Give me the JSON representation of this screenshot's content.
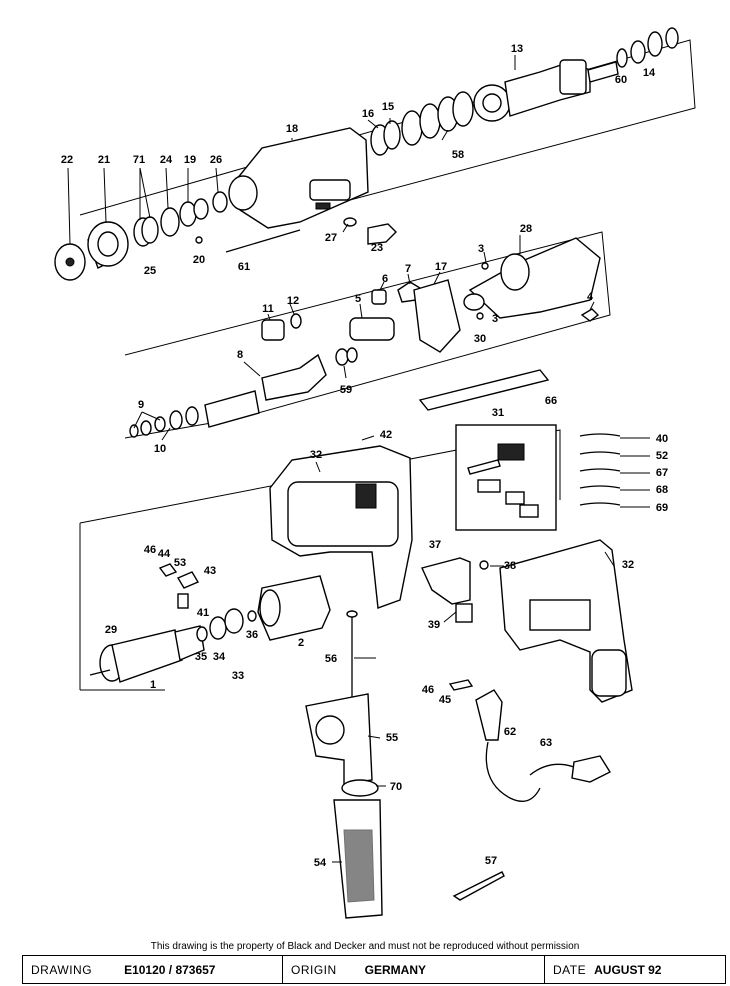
{
  "callouts": [
    "1",
    "2",
    "3",
    "3",
    "4",
    "5",
    "6",
    "7",
    "8",
    "9",
    "10",
    "11",
    "12",
    "13",
    "14",
    "15",
    "16",
    "17",
    "18",
    "19",
    "20",
    "21",
    "22",
    "23",
    "24",
    "25",
    "26",
    "27",
    "28",
    "29",
    "30",
    "31",
    "32",
    "32",
    "33",
    "34",
    "35",
    "36",
    "37",
    "38",
    "39",
    "40",
    "41",
    "42",
    "43",
    "44",
    "45",
    "46",
    "46",
    "52",
    "53",
    "54",
    "55",
    "56",
    "57",
    "58",
    "59",
    "60",
    "61",
    "62",
    "63",
    "66",
    "67",
    "68",
    "69",
    "70",
    "71"
  ],
  "notice": "This drawing is the property of Black and Decker and must not be reproduced without permission",
  "titleblock": {
    "drawing_label": "DRAWING",
    "drawing_value": "E10120 / 873657",
    "origin_label": "ORIGIN",
    "origin_value": "GERMANY",
    "date_label": "DATE",
    "date_value": "AUGUST 92"
  }
}
